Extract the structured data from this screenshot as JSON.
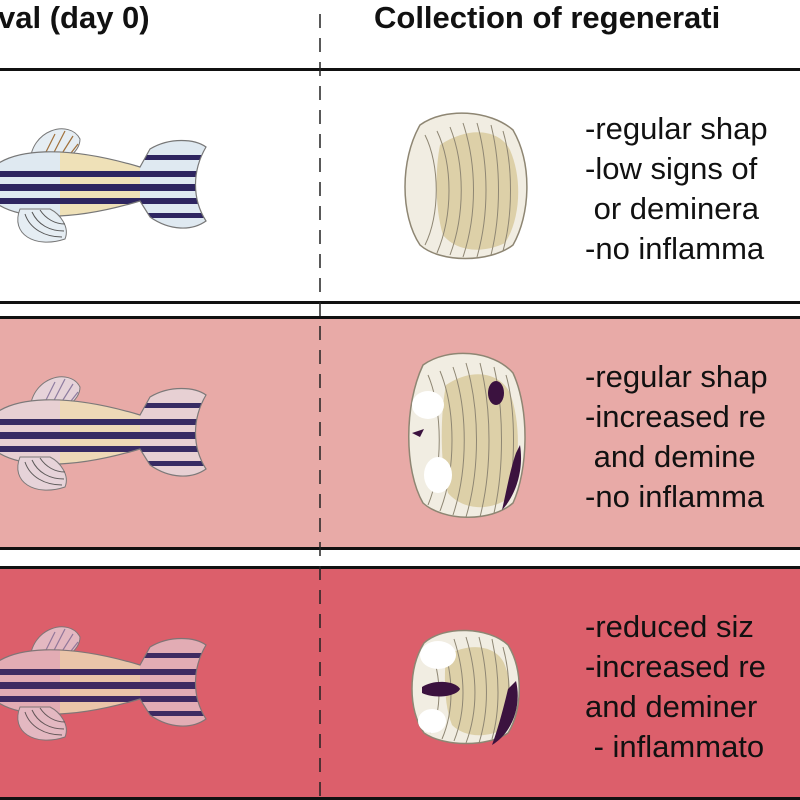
{
  "header": {
    "left": "val (day 0)",
    "right": "Collection of regenerati"
  },
  "rows": [
    {
      "color": "#ffffff",
      "lines": [
        "-regular shap",
        "-low signs of",
        " or deminera",
        "-no inflamma"
      ]
    },
    {
      "color": "#e8aaa7",
      "lines": [
        "-regular shap",
        "-increased re",
        " and demine",
        "-no inflamma"
      ]
    },
    {
      "color": "#dc5f6b",
      "lines": [
        "-reduced siz",
        "-increased re",
        "and deminer",
        " - inflammato"
      ]
    }
  ],
  "icons": {
    "fish": "zebrafish-icon",
    "scale": "regenerated-scale-icon"
  }
}
